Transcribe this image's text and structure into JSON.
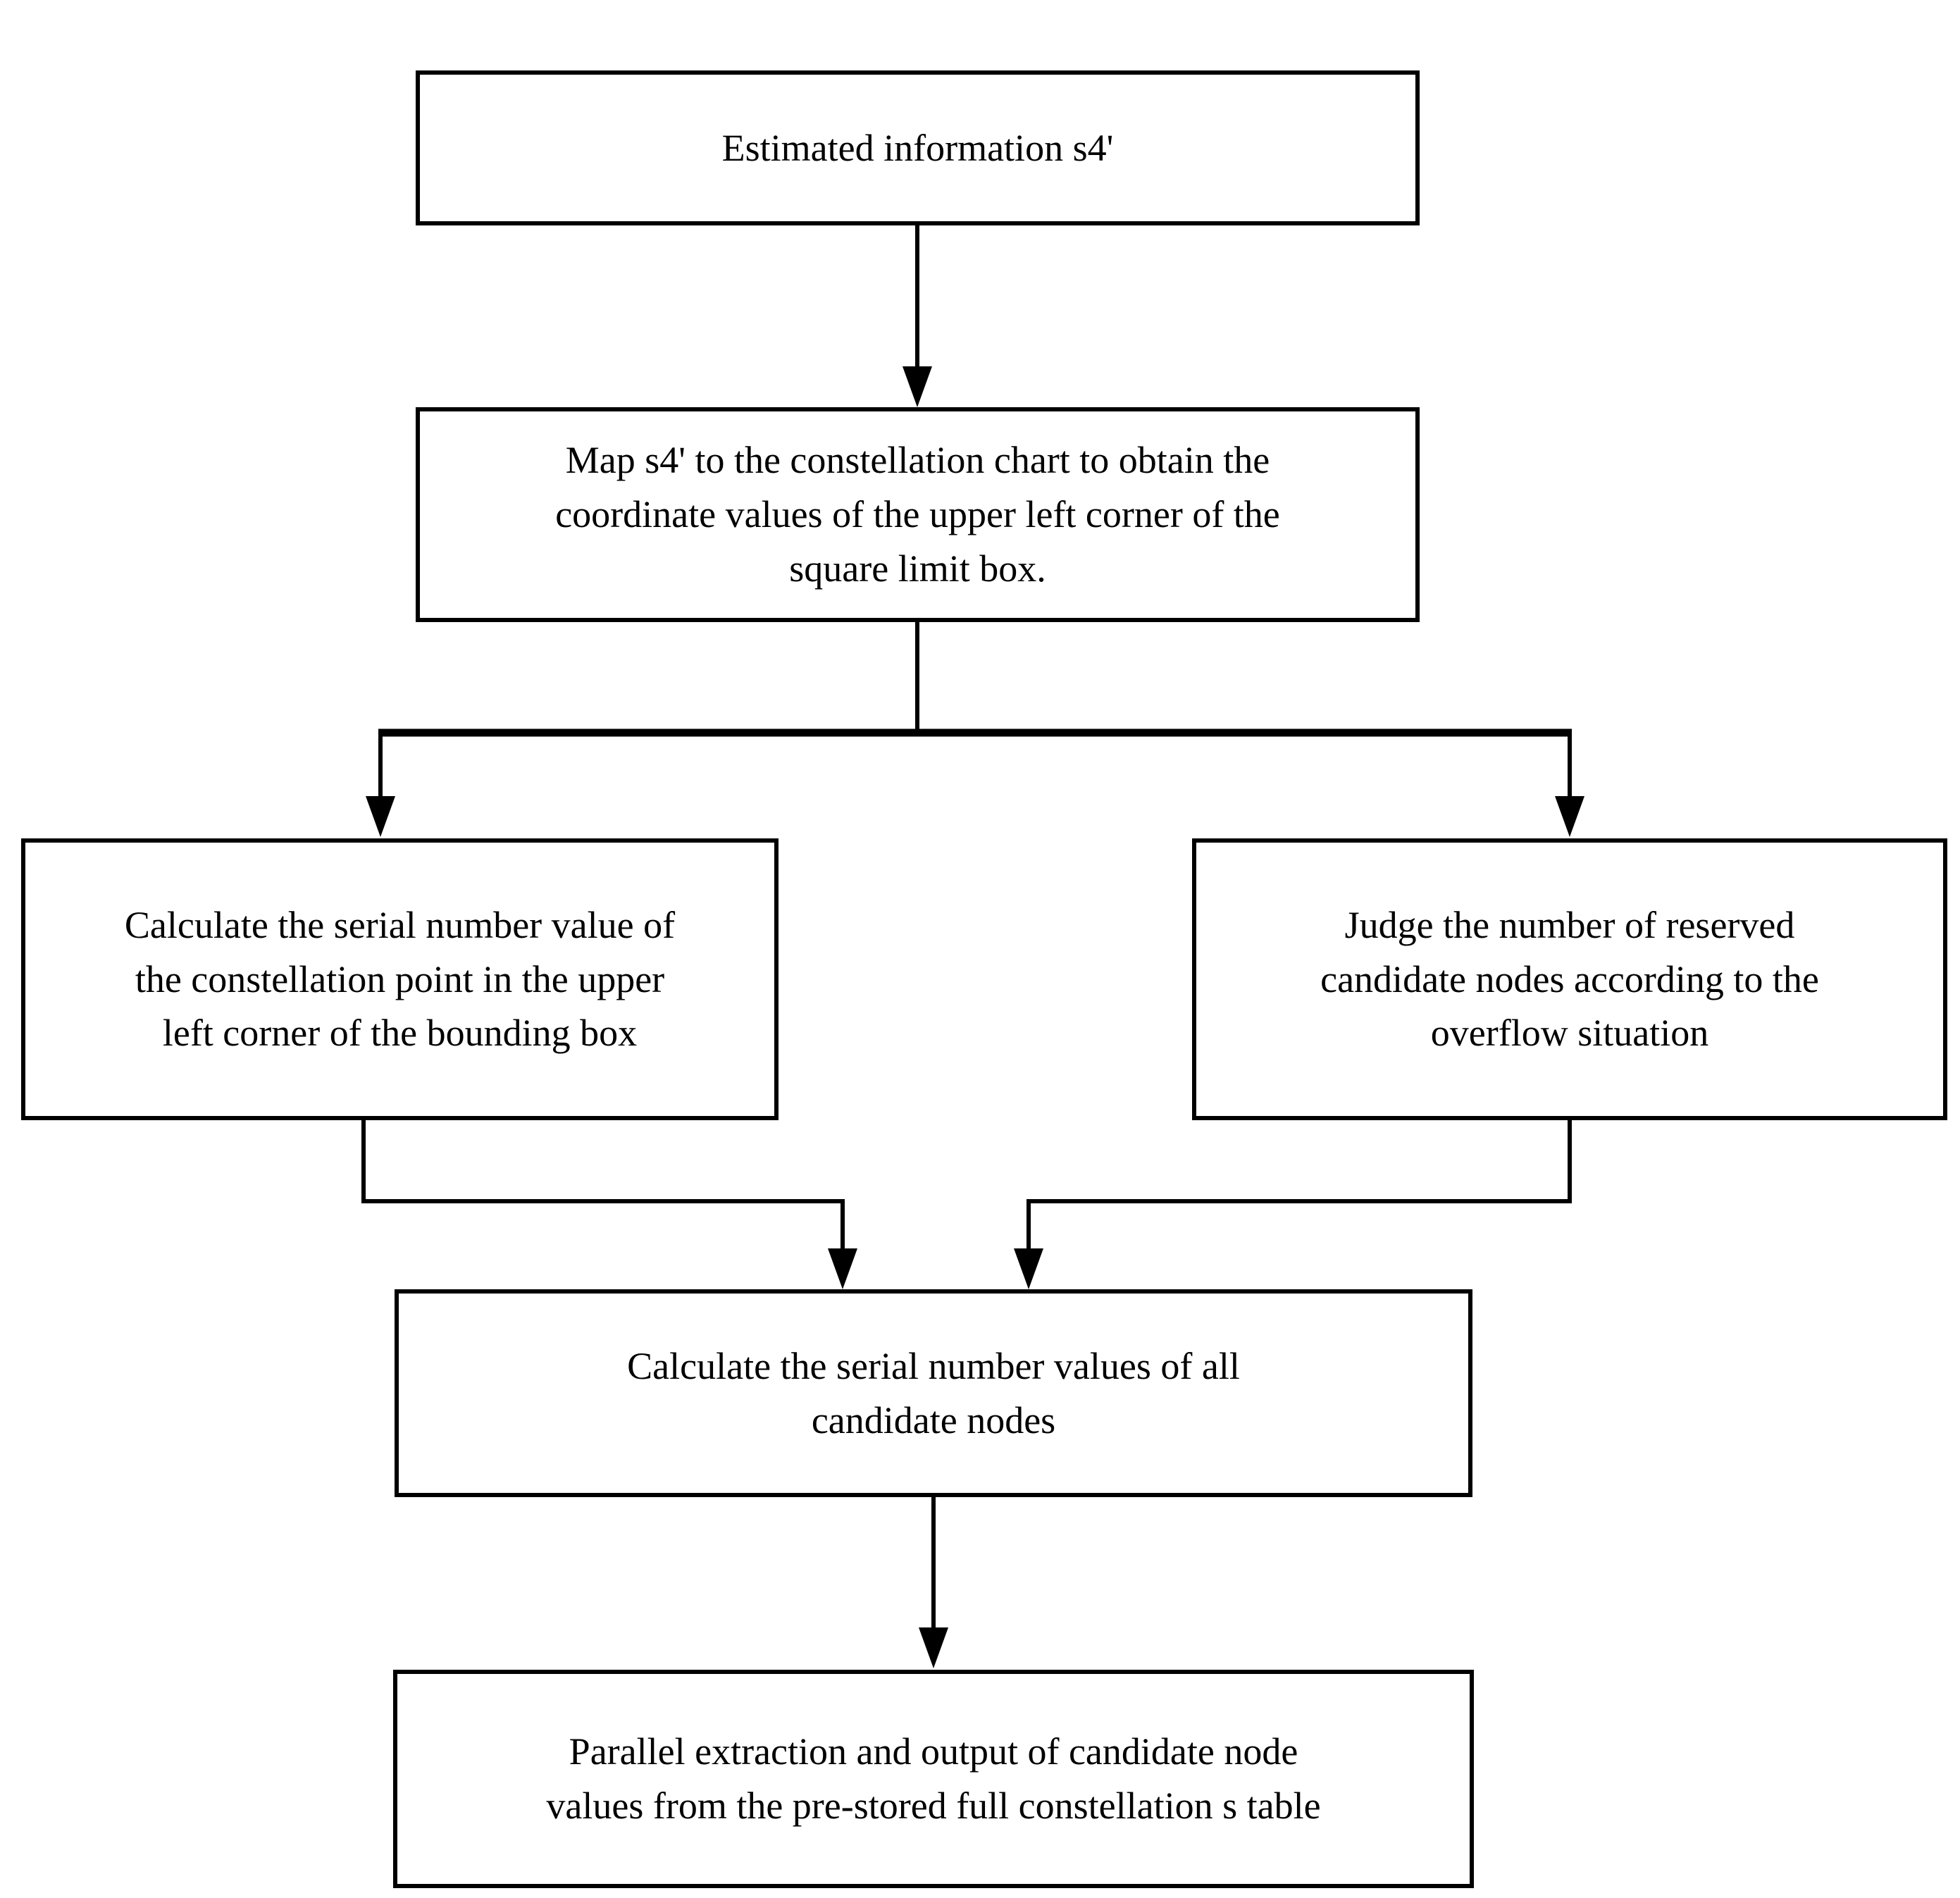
{
  "diagram": {
    "colors": {
      "background": "#ffffff",
      "line": "#000000",
      "text": "#000000"
    },
    "nodes": [
      {
        "id": "estimated-info",
        "lines": [
          "Estimated information s4'"
        ]
      },
      {
        "id": "map-to-constellation",
        "lines": [
          "Map s4' to the constellation chart to obtain the",
          "coordinate values of the upper left corner of the",
          "square limit box."
        ]
      },
      {
        "id": "calc-serial-upper-left",
        "lines": [
          "Calculate the serial number value of",
          "the constellation point in the upper",
          "left corner of the bounding box"
        ]
      },
      {
        "id": "judge-reserved-nodes",
        "lines": [
          "Judge the number of reserved",
          "candidate nodes according to the",
          "overflow situation"
        ]
      },
      {
        "id": "calc-serial-all",
        "lines": [
          "Calculate the serial number values of all",
          "candidate nodes"
        ]
      },
      {
        "id": "parallel-extraction",
        "lines": [
          "Parallel extraction and output of candidate node",
          "values from the pre-stored full constellation s table"
        ]
      }
    ],
    "edges": [
      {
        "from": "estimated-info",
        "to": "map-to-constellation"
      },
      {
        "from": "map-to-constellation",
        "to": "calc-serial-upper-left"
      },
      {
        "from": "map-to-constellation",
        "to": "judge-reserved-nodes"
      },
      {
        "from": "calc-serial-upper-left",
        "to": "calc-serial-all"
      },
      {
        "from": "judge-reserved-nodes",
        "to": "calc-serial-all"
      },
      {
        "from": "calc-serial-all",
        "to": "parallel-extraction"
      }
    ]
  }
}
